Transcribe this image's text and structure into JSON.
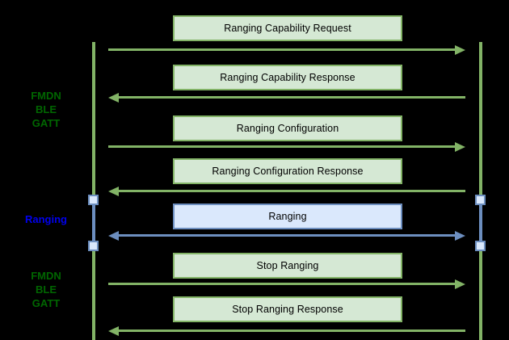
{
  "diagram": {
    "type": "sequence",
    "background": "#000000",
    "colors": {
      "green_fill": "#d5e8d4",
      "green_stroke": "#82b366",
      "blue_fill": "#dae8fc",
      "blue_stroke": "#6c8ebf",
      "phase_label_green": "#006600",
      "phase_label_blue": "#0000ee",
      "box_text": "#000000"
    },
    "phase_labels": {
      "top": {
        "lines": [
          "FMDN",
          "BLE",
          "GATT"
        ],
        "color": "green"
      },
      "middle": {
        "lines": [
          "Ranging"
        ],
        "color": "blue"
      },
      "bottom": {
        "lines": [
          "FMDN",
          "BLE",
          "GATT"
        ],
        "color": "green"
      }
    },
    "messages": [
      {
        "label": "Ranging Capability Request",
        "direction": "right",
        "style": "green"
      },
      {
        "label": "Ranging Capability Response",
        "direction": "left",
        "style": "green"
      },
      {
        "label": "Ranging Configuration",
        "direction": "right",
        "style": "green"
      },
      {
        "label": "Ranging Configuration Response",
        "direction": "left",
        "style": "green"
      },
      {
        "label": "Ranging",
        "direction": "both",
        "style": "blue"
      },
      {
        "label": "Stop Ranging",
        "direction": "right",
        "style": "green"
      },
      {
        "label": "Stop Ranging Response",
        "direction": "left",
        "style": "green"
      }
    ],
    "lifelines": {
      "count": 2,
      "color": "#82b366",
      "ranging_segment_color": "#6c8ebf"
    }
  }
}
